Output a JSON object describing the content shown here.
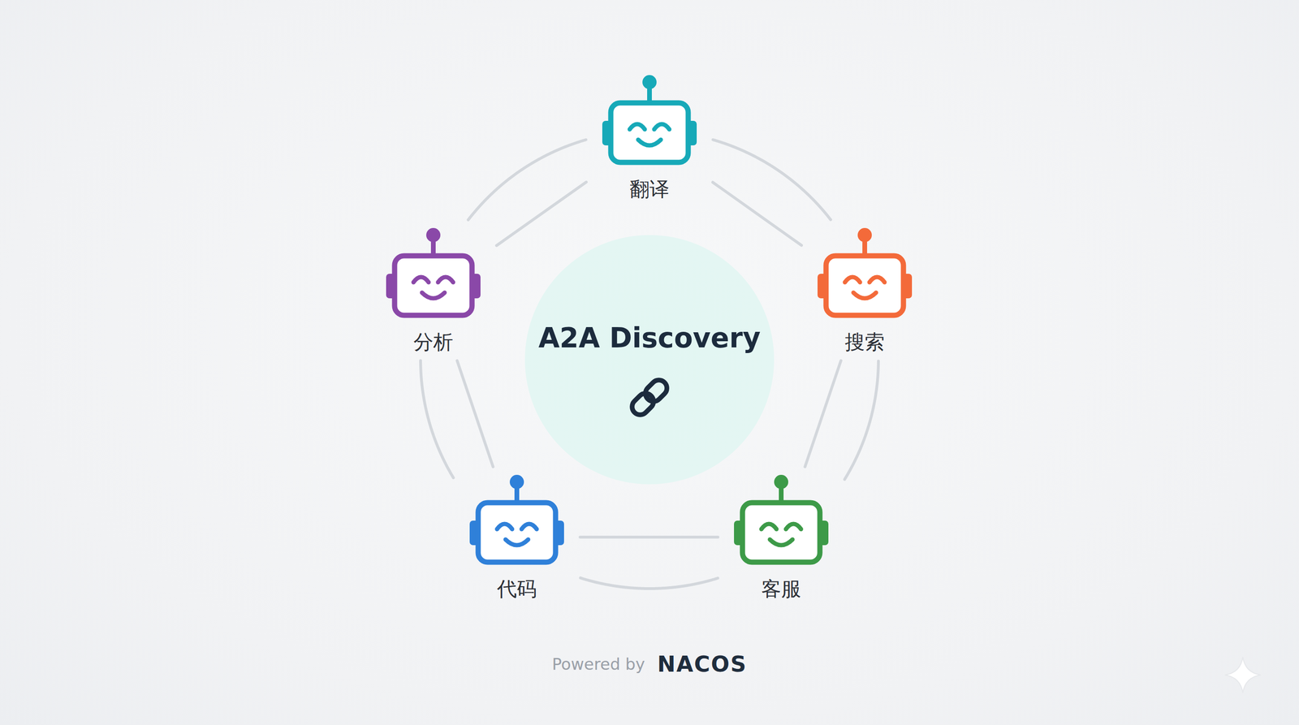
{
  "diagram": {
    "nodes": [
      {
        "text": [
          "翻译"
        ]
      },
      {
        "text": [
          "分析"
        ]
      },
      {
        "text": [
          "搜索"
        ]
      },
      {
        "text": [
          "A2A Discovery"
        ]
      },
      {
        "text": [
          "代码"
        ]
      },
      {
        "text": [
          "客服"
        ]
      }
    ],
    "edges": [
      {
        "from": 0,
        "to": 2,
        "arrow": "none"
      },
      {
        "from": 2,
        "to": 5,
        "arrow": "none"
      },
      {
        "from": 5,
        "to": 4,
        "arrow": "none"
      },
      {
        "from": 4,
        "to": 1,
        "arrow": "none"
      },
      {
        "from": 1,
        "to": 0,
        "arrow": "none"
      },
      {
        "from": 0,
        "to": 2,
        "arrow": "none"
      },
      {
        "from": 2,
        "to": 5,
        "arrow": "none"
      },
      {
        "from": 5,
        "to": 4,
        "arrow": "none"
      },
      {
        "from": 4,
        "to": 1,
        "arrow": "none"
      },
      {
        "from": 1,
        "to": 0,
        "arrow": "none"
      }
    ],
    "labels": [
      "Powered by",
      "NACOS"
    ]
  }
}
